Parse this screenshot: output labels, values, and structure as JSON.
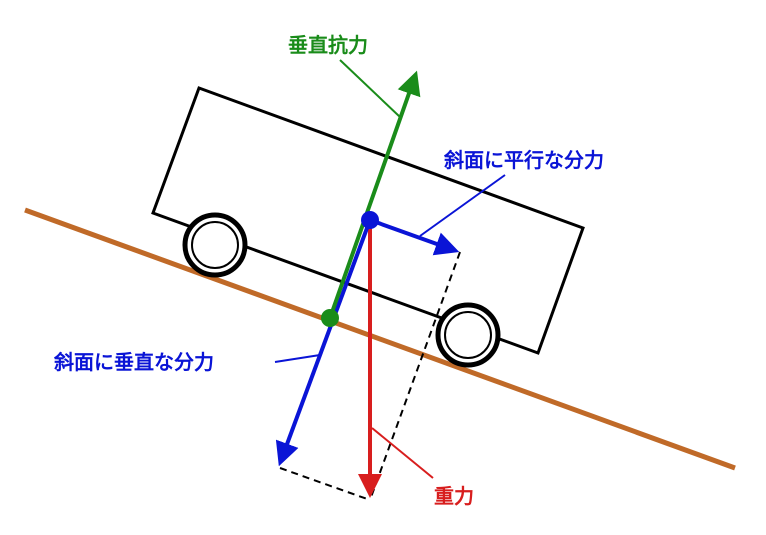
{
  "labels": {
    "normal_force": "垂直抗力",
    "parallel_component": "斜面に平行な分力",
    "perpendicular_component": "斜面に垂直な分力",
    "gravity": "重力"
  },
  "colors": {
    "normal_force": "#1a8c1a",
    "component": "#0a14d6",
    "gravity": "#d81e1e",
    "slope": "#c06a28",
    "car": "#000000"
  }
}
